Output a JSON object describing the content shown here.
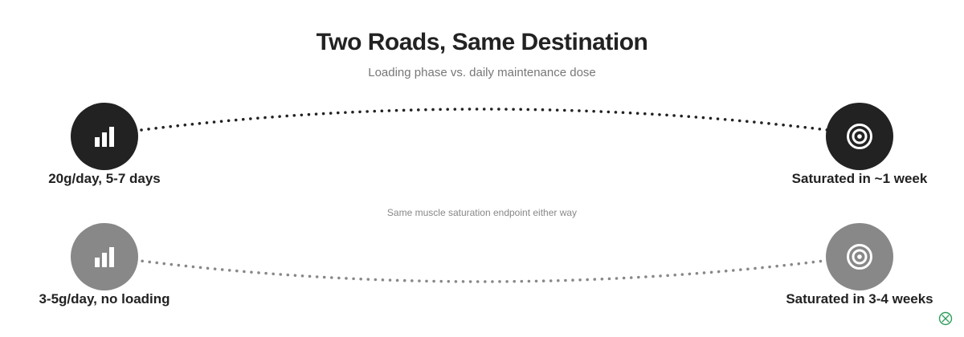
{
  "header": {
    "title": "Two Roads, Same Destination",
    "subtitle": "Loading phase vs. daily maintenance dose"
  },
  "routes": [
    {
      "start_label": "20g/day, 5-7 days",
      "end_label": "Saturated in ~1 week",
      "start_icon": "bar-chart-icon",
      "end_icon": "target-icon",
      "color": "#222222",
      "path_style": "dotted, arching upward"
    },
    {
      "start_label": "3-5g/day, no loading",
      "end_label": "Saturated in 3-4 weeks",
      "start_icon": "bar-chart-icon",
      "end_icon": "target-icon",
      "color": "#888888",
      "path_style": "dotted, dipping downward"
    }
  ],
  "note": "Same muscle saturation endpoint either way",
  "corner_badge_icon": "watermark-badge-icon",
  "colors": {
    "dark": "#222222",
    "grey": "#888888",
    "badge_green": "#2e9e5b"
  }
}
